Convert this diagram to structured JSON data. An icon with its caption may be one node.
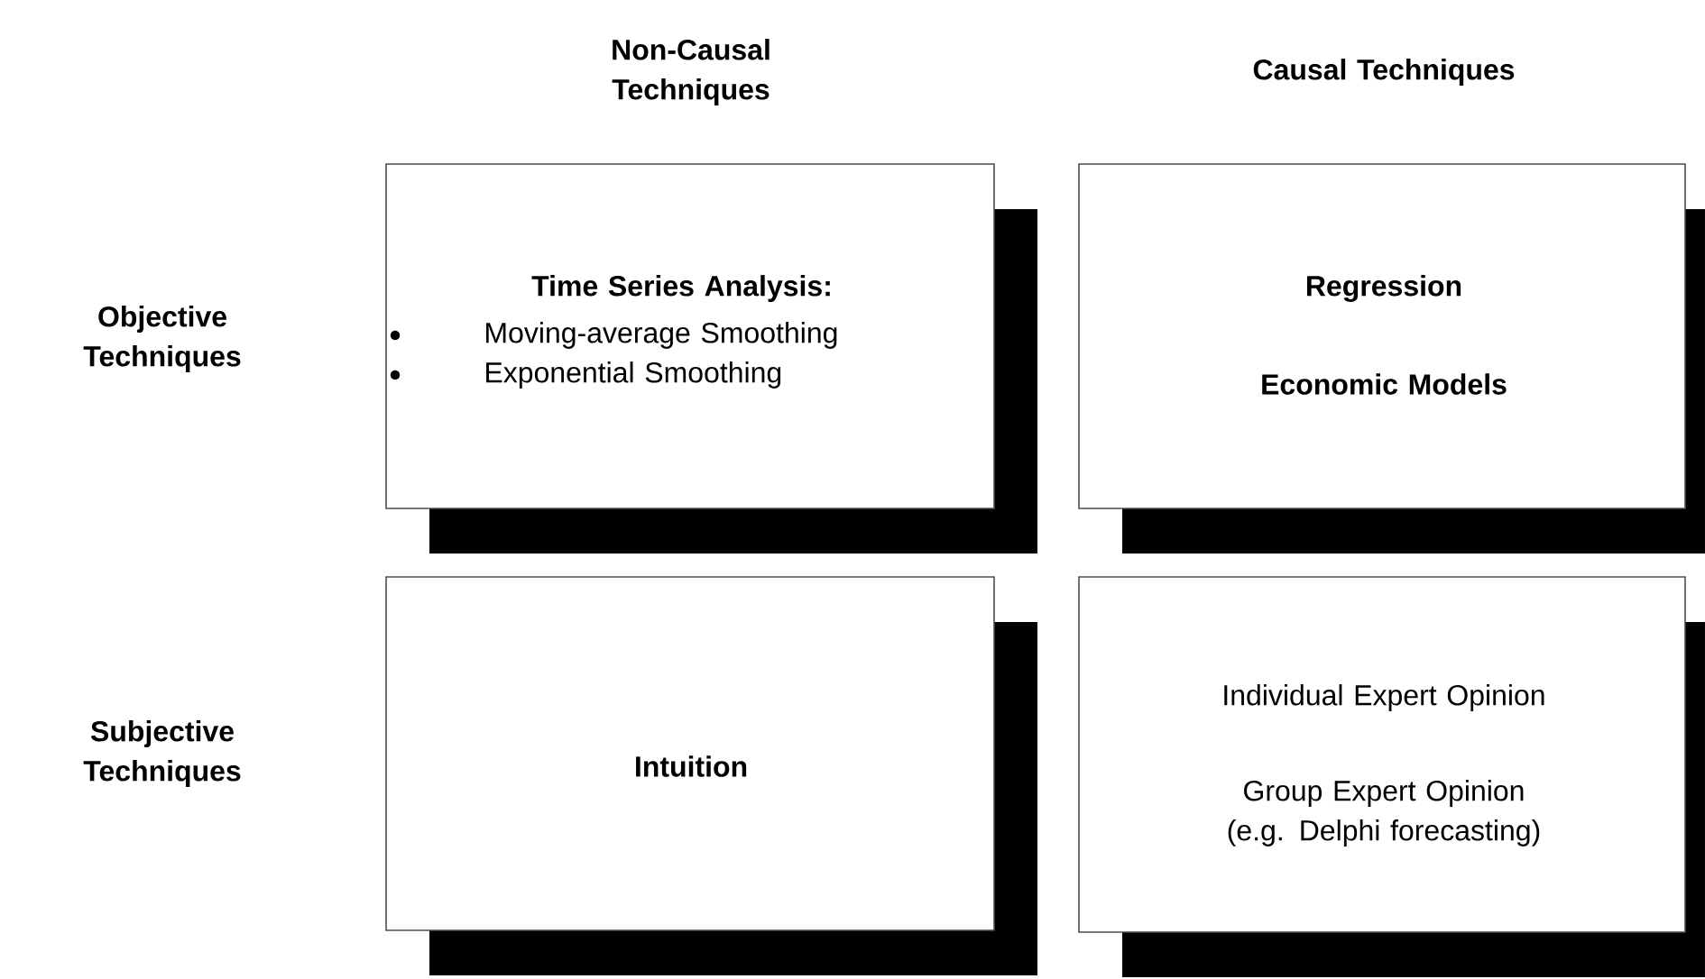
{
  "diagram": {
    "nodes": [
      {
        "text": [
          "Time Series Analysis:",
          "Moving-average Smoothing",
          "Exponential Smoothing"
        ]
      },
      {
        "text": [
          "Regression",
          "Economic Models"
        ]
      },
      {
        "text": [
          "Intuition"
        ]
      },
      {
        "text": [
          "Individual Expert Opinion",
          "Group Expert Opinion (e.g. Delphi forecasting)"
        ]
      }
    ],
    "labels": [
      "Non-Causal Techniques",
      "Causal Techniques",
      "Objective Techniques",
      "Subjective Techniques"
    ]
  }
}
